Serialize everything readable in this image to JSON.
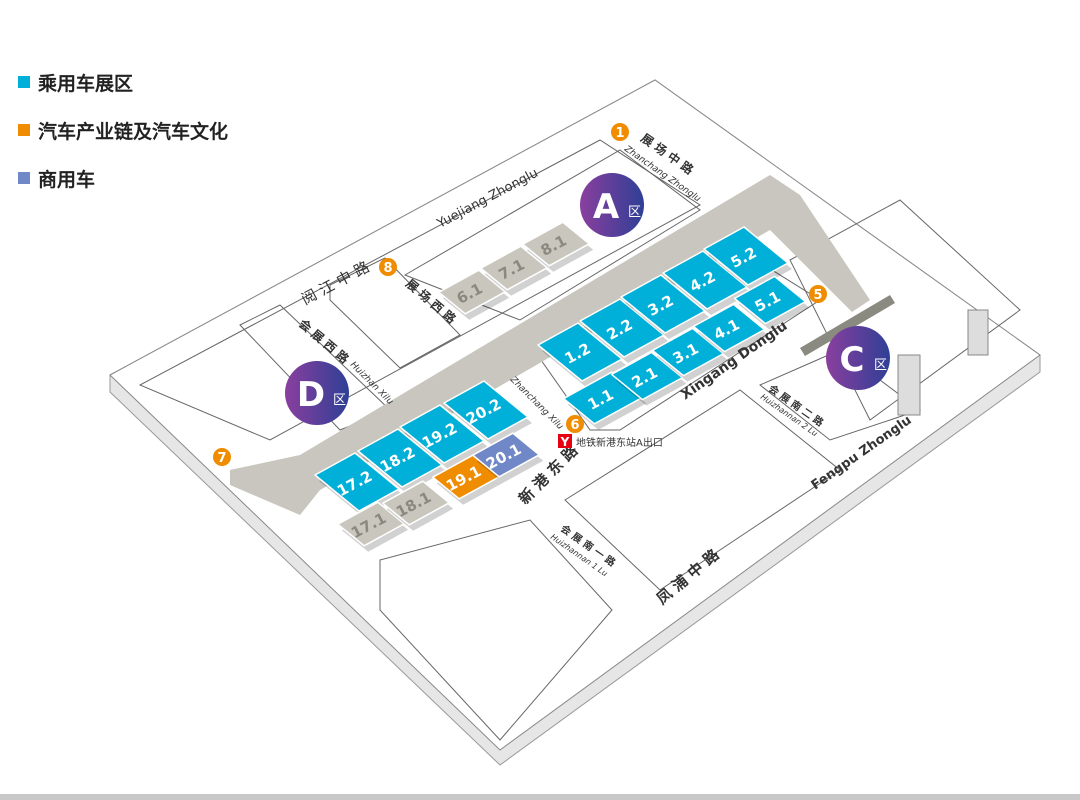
{
  "legend": [
    {
      "label": "乘用车展区",
      "color": "#00b0d8"
    },
    {
      "label": "汽车产业链及汽车文化",
      "color": "#f08c00"
    },
    {
      "label": "商用车",
      "color": "#7088c8"
    }
  ],
  "zones": [
    {
      "letter": "A",
      "suffix": "区"
    },
    {
      "letter": "C",
      "suffix": "区"
    },
    {
      "letter": "D",
      "suffix": "区"
    }
  ],
  "halls": {
    "passenger": [
      "1.2",
      "2.2",
      "3.2",
      "4.2",
      "5.2",
      "1.1",
      "2.1",
      "3.1",
      "4.1",
      "5.1",
      "17.2",
      "18.2",
      "19.2",
      "20.2"
    ],
    "industry": [
      "19.1"
    ],
    "commercial": [
      "20.1"
    ],
    "inactive": [
      "6.1",
      "7.1",
      "8.1",
      "17.1",
      "18.1"
    ]
  },
  "entrances": [
    "1",
    "5",
    "6",
    "7",
    "8"
  ],
  "roads": {
    "yuejiang_en": "Yuejiang Zhonglu",
    "yuejiang_cn": "阅 江 中 路",
    "zhanchang_zhong_cn": "展 场 中 路",
    "zhanchang_zhong_en": "Zhanchang Zhonglu",
    "zhanchang_xi_cn": "展 场 西 路",
    "zhanchang_xi_en": "Zhanchang Xilu",
    "huizhan_xi_cn": "会 展 西 路",
    "huizhan_xi_en": "Huizhan Xilu",
    "xingang_en": "Xingang Donglu",
    "xingang_cn": "新 港 东 路",
    "huizhannan2_cn": "会 展 南 二 路",
    "huizhannan2_en": "Huizhannan 2 Lu",
    "huizhannan1_cn": "会 展 南 一 路",
    "huizhannan1_en": "Huizhannan 1 Lu",
    "fengpu_cn": "凤 浦 中 路",
    "fengpu_en": "Fengpu Zhonglu"
  },
  "metro": {
    "icon": "metro-icon",
    "label": "地铁新港东站A出口",
    "color": "#e60012"
  }
}
